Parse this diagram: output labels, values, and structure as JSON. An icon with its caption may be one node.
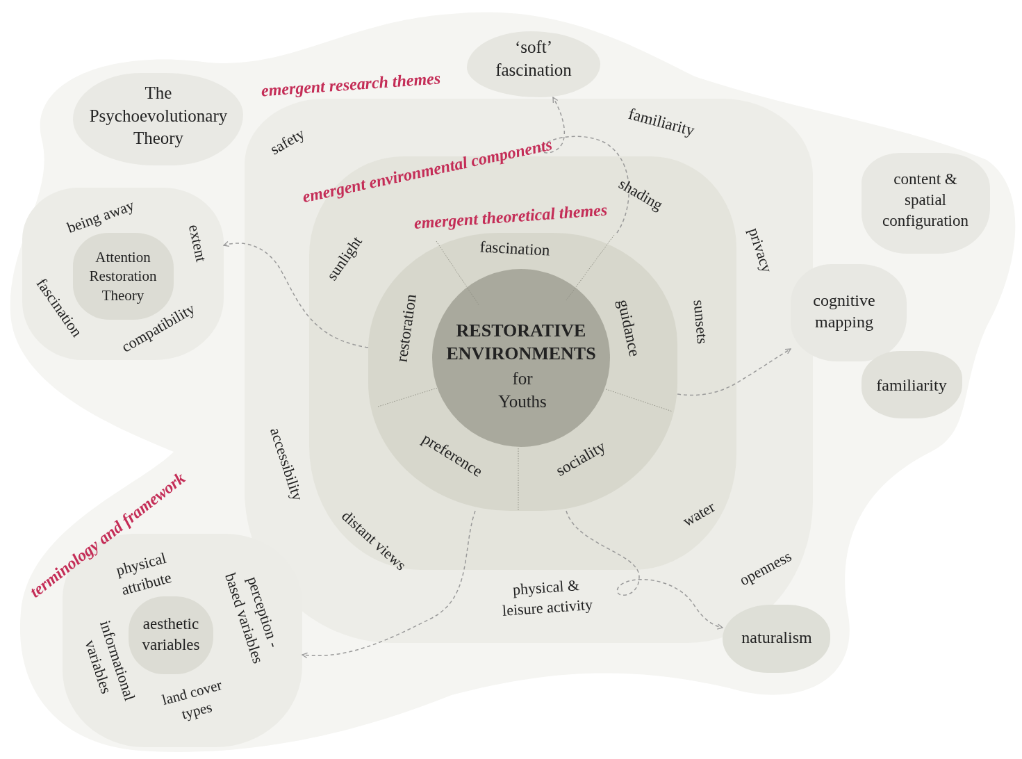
{
  "diagram": {
    "nodes": [
      {
        "text": [
          "‘soft’ fascination"
        ]
      },
      {
        "text": [
          "The Psychoevolutionary Theory"
        ]
      },
      {
        "text": [
          "being away",
          "extent",
          "fascination",
          "compatibility"
        ]
      },
      {
        "text": [
          "Attention Restoration Theory"
        ],
        "in": 2
      },
      {
        "text": [
          "emergent research themes",
          "safety",
          "familiarity",
          "privacy",
          "accessibility",
          "physical & leisure activity",
          "openness"
        ]
      },
      {
        "text": [
          "emergent environmental components",
          "sunlight",
          "shading",
          "sunsets",
          "water",
          "distant views"
        ],
        "in": 4
      },
      {
        "text": [
          "emergent theoretical themes",
          "fascination",
          "restoration",
          "guidance",
          "preference",
          "sociality"
        ],
        "in": 5
      },
      {
        "text": [
          "RESTORATIVE ENVIRONMENTS",
          "for Youths"
        ],
        "in": 6
      },
      {
        "text": [
          "content & spatial configuration"
        ]
      },
      {
        "text": [
          "cognitive mapping"
        ]
      },
      {
        "text": [
          "familiarity"
        ]
      },
      {
        "text": [
          "naturalism"
        ]
      },
      {
        "text": [
          "physical attribute",
          "perception - based variables",
          "informational variables",
          "land cover types"
        ]
      },
      {
        "text": [
          "aesthetic variables"
        ],
        "in": 12
      }
    ],
    "edges": [
      {
        "from": 6,
        "to": 2,
        "arrow": "to",
        "style": "dashed"
      },
      {
        "from": 6,
        "to": 0,
        "arrow": "to",
        "style": "dashed"
      },
      {
        "from": 6,
        "to": 9,
        "arrow": "to",
        "style": "dashed"
      },
      {
        "from": 6,
        "to": 12,
        "arrow": "to",
        "style": "dashed"
      },
      {
        "from": 6,
        "to": 11,
        "arrow": "to",
        "style": "dashed"
      }
    ],
    "labels": [
      "terminology and framework"
    ]
  }
}
